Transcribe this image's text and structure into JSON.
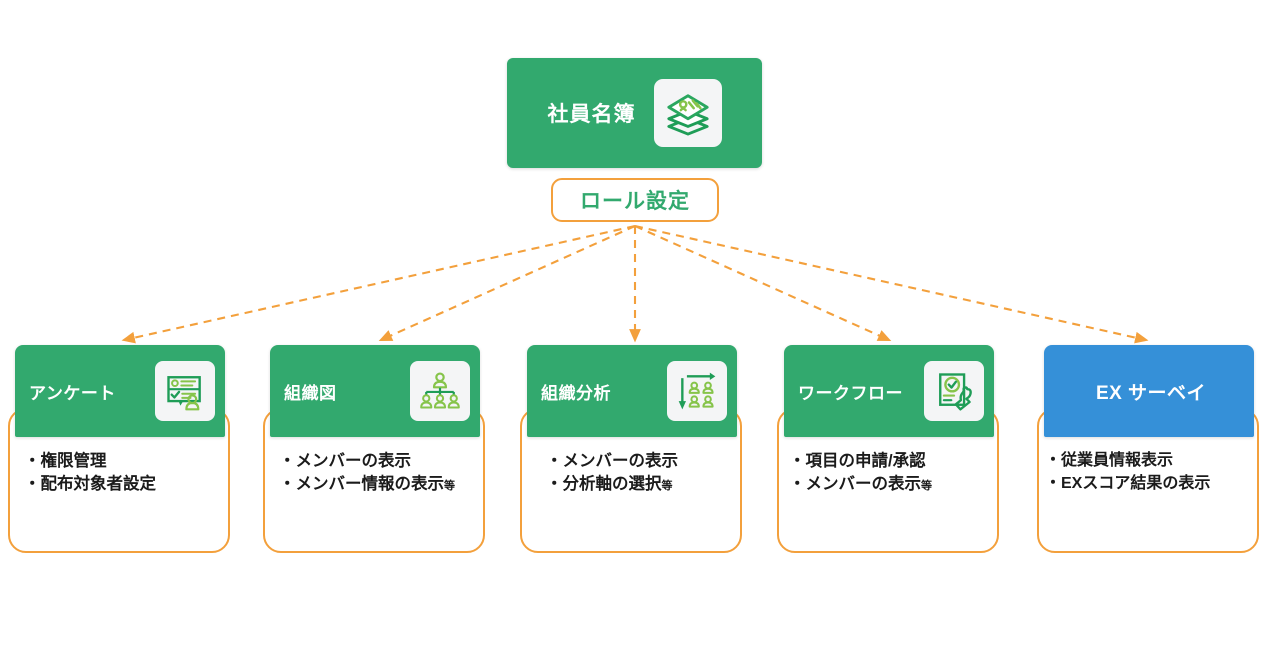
{
  "root": {
    "label": "社員名簿",
    "icon": "stacked-cards-icon",
    "color": "#32a96e"
  },
  "role_pill": {
    "label": "ロール設定",
    "border_color": "#f3a03c",
    "text_color": "#32a96e"
  },
  "arrows": {
    "color": "#f3a03c",
    "style": "dashed",
    "origin_label": "ロール設定",
    "count": 5
  },
  "colors": {
    "green": "#32a96e",
    "blue": "#3590d8",
    "orange": "#f3a03c",
    "icon_green_dark": "#1f9d57",
    "icon_green_light": "#86c44a",
    "text_dark": "#1b1b1b"
  },
  "cards": [
    {
      "title": "アンケート",
      "icon": "survey-form-icon",
      "header_color": "#32a96e",
      "has_icon": true,
      "bullets": [
        {
          "text": "・権限管理",
          "etc": ""
        },
        {
          "text": "・配布対象者設定",
          "etc": ""
        }
      ]
    },
    {
      "title": "組織図",
      "icon": "org-chart-icon",
      "header_color": "#32a96e",
      "has_icon": true,
      "bullets": [
        {
          "text": "・メンバーの表示",
          "etc": ""
        },
        {
          "text": "・メンバー情報の表示",
          "etc": "等"
        }
      ]
    },
    {
      "title": "組織分析",
      "icon": "analysis-axes-people-icon",
      "header_color": "#32a96e",
      "has_icon": true,
      "bullets": [
        {
          "text": "・メンバーの表示",
          "etc": ""
        },
        {
          "text": "・分析軸の選択",
          "etc": "等"
        }
      ]
    },
    {
      "title": "ワークフロー",
      "icon": "approval-stamp-icon",
      "header_color": "#32a96e",
      "has_icon": true,
      "bullets": [
        {
          "text": "・項目の申請/承認",
          "etc": ""
        },
        {
          "text": "・メンバーの表示",
          "etc": "等"
        }
      ]
    },
    {
      "title": "EX サーベイ",
      "icon": "",
      "header_color": "#3590d8",
      "has_icon": false,
      "bullets": [
        {
          "text": "・従業員情報表示",
          "etc": ""
        },
        {
          "text": "・EXスコア結果の表示",
          "etc": ""
        }
      ]
    }
  ]
}
